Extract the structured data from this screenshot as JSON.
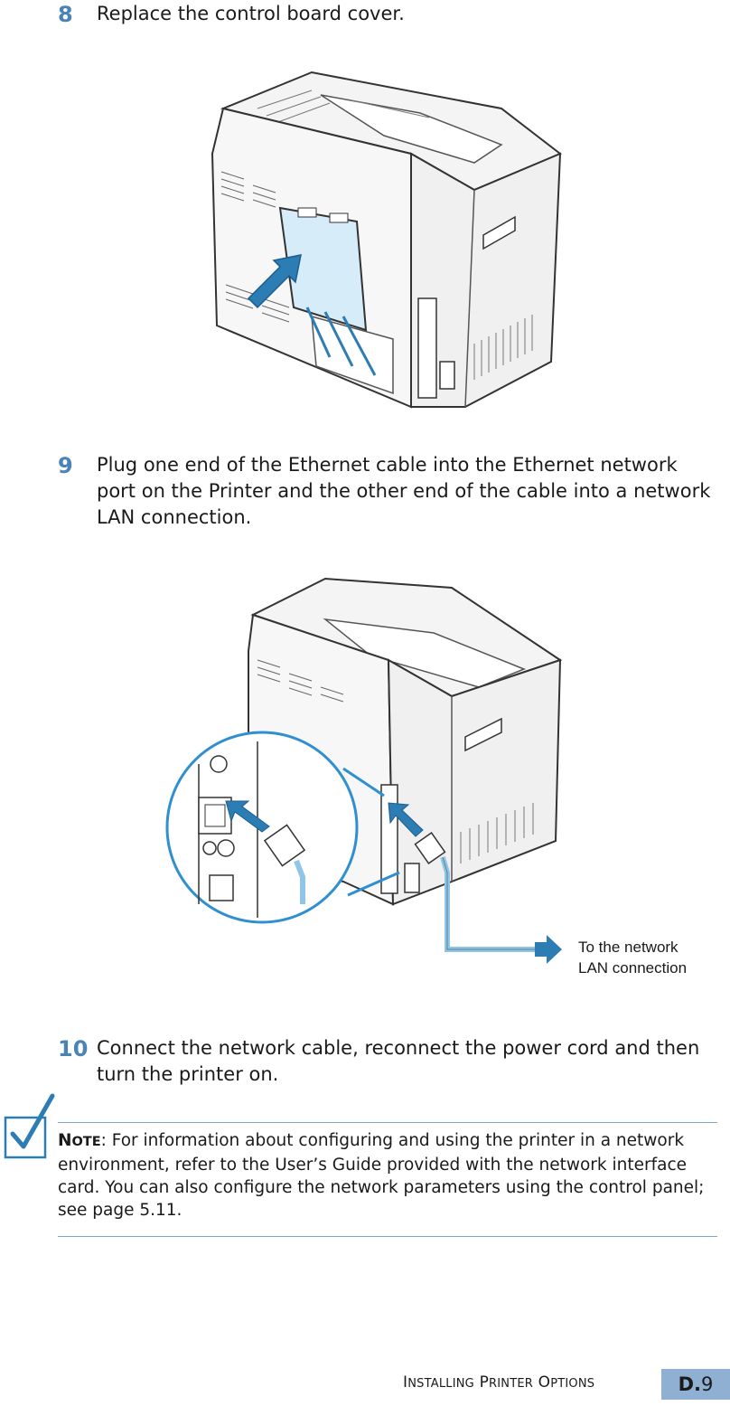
{
  "steps": [
    {
      "number": "8",
      "text": "Replace the control board cover."
    },
    {
      "number": "9",
      "text": "Plug one end of the Ethernet cable into the Ethernet network port on the Printer and the other end of the cable into a network LAN connection."
    },
    {
      "number": "10",
      "text": "Connect the network cable, reconnect the power cord and then turn the printer on."
    }
  ],
  "callout": {
    "line1": "To the network",
    "line2": "LAN connection"
  },
  "note": {
    "label_first": "N",
    "label_rest": "OTE",
    "text": ": For information about configuring and using the printer in a network environment, refer to the User’s Guide provided with the network interface card. You can also configure the network parameters using the control panel; see page 5.11."
  },
  "footer": {
    "w1_first": "I",
    "w1_rest": "NSTALLING",
    "w2_first": "P",
    "w2_rest": "RINTER",
    "w3_first": "O",
    "w3_rest": "PTIONS",
    "badge_letter": "D.",
    "badge_page": "9"
  },
  "colors": {
    "accent": "#4a84b6",
    "badge": "#8fb0d3",
    "cable": "#8fc6e8",
    "arrow": "#2d7db5"
  }
}
